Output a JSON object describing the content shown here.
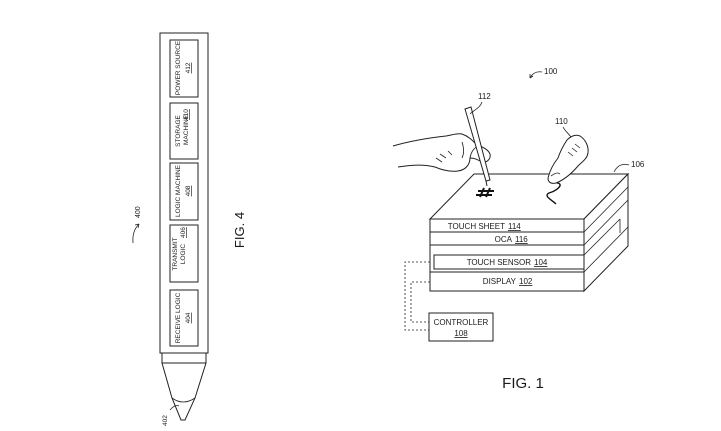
{
  "fig4": {
    "caption": "FIG. 4",
    "ref": "400",
    "tip_ref": "402",
    "modules": [
      {
        "name": "RECEIVE LOGIC",
        "num": "404"
      },
      {
        "name": "TRANSMIT",
        "name2": "LOGIC",
        "num": "406"
      },
      {
        "name": "LOGIC MACHINE",
        "num": "408"
      },
      {
        "name": "STORAGE",
        "name2": "MACHINE",
        "num": "410"
      },
      {
        "name": "POWER SOURCE",
        "num": "412"
      }
    ]
  },
  "fig1": {
    "caption": "FIG. 1",
    "ref": "100",
    "stylus_ref": "112",
    "finger_ref": "110",
    "device_ref": "106",
    "layers": [
      {
        "name": "TOUCH SHEET",
        "num": "114"
      },
      {
        "name": "OCA",
        "num": "116"
      },
      {
        "name": "TOUCH SENSOR",
        "num": "104"
      },
      {
        "name": "DISPLAY",
        "num": "102"
      }
    ],
    "controller": {
      "name": "CONTROLLER",
      "num": "108"
    }
  },
  "colors": {
    "line": "#222222",
    "background": "#ffffff"
  }
}
